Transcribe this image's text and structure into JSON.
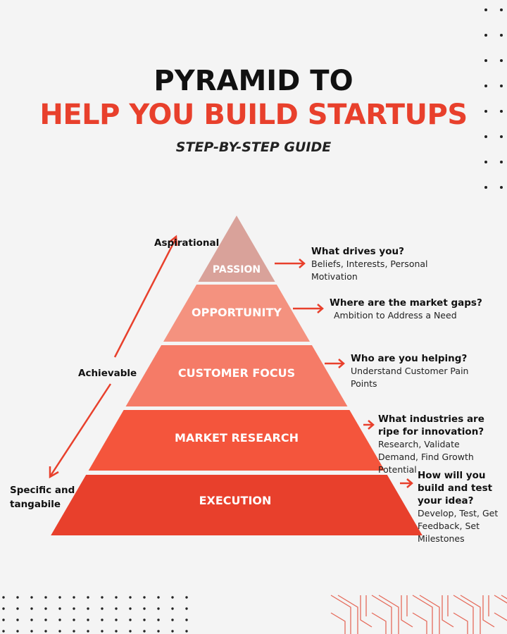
{
  "title_line1": "PYRAMID TO",
  "title_line2": "HELP YOU BUILD STARTUPS",
  "subtitle": "STEP-BY-STEP GUIDE",
  "side_labels": {
    "top": "Aspirational",
    "middle": "Achievable",
    "bottom_line1": "Specific  and",
    "bottom_line2": "tangabile"
  },
  "layers": [
    {
      "label": "PASSION",
      "question": "What drives you?",
      "detail": "Beliefs, Interests, Personal Motivation",
      "color": "#d9a29a"
    },
    {
      "label": "OPPORTUNITY",
      "question": "Where are the market gaps?",
      "detail": "Ambition to Address a Need",
      "color": "#f4927f"
    },
    {
      "label": "CUSTOMER FOCUS",
      "question": "Who are you helping?",
      "detail": "Understand Customer Pain Points",
      "color": "#f57b67"
    },
    {
      "label": "MARKET RESEARCH",
      "question": "What industries are ripe for innovation?",
      "detail": "Research, Validate Demand, Find Growth Potential",
      "color": "#f4553c"
    },
    {
      "label": "EXECUTION",
      "question": "How will you build and test your idea?",
      "detail": "Develop, Test, Get Feedback, Set Milestones",
      "color": "#e8402c"
    }
  ],
  "accent": "#e8402c"
}
